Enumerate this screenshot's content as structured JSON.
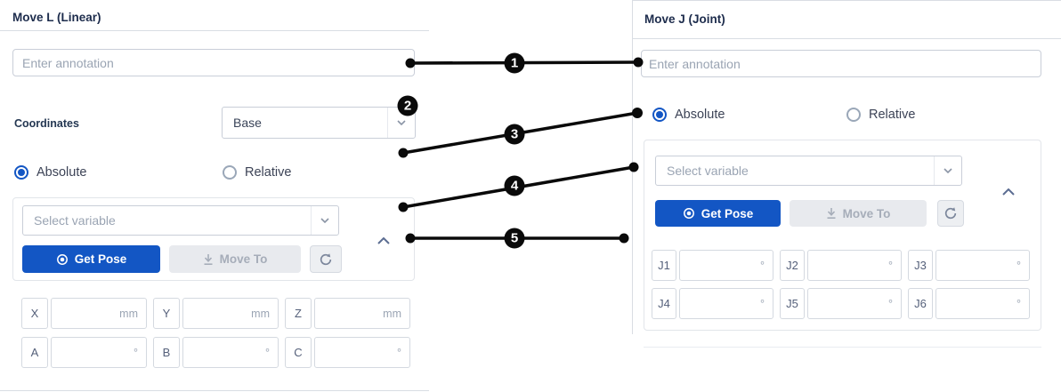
{
  "colors": {
    "accent_blue": "#1356c4",
    "disabled_bg": "#e8eaee",
    "border": "#d4d9e0",
    "title_text": "#1d2c4c",
    "muted_text": "#9aa4b3",
    "callout_black": "#0a0a0a"
  },
  "left_panel": {
    "title": "Move L (Linear)",
    "annotation_placeholder": "Enter annotation",
    "coordinates_label": "Coordinates",
    "coordinates_value": "Base",
    "absolute_label": "Absolute",
    "relative_label": "Relative",
    "variable_placeholder": "Select variable",
    "get_pose_label": "Get Pose",
    "move_to_label": "Move To",
    "pose_fields": [
      {
        "label": "X",
        "value": "",
        "unit": "mm"
      },
      {
        "label": "Y",
        "value": "",
        "unit": "mm"
      },
      {
        "label": "Z",
        "value": "",
        "unit": "mm"
      },
      {
        "label": "A",
        "value": "",
        "unit": "°"
      },
      {
        "label": "B",
        "value": "",
        "unit": "°"
      },
      {
        "label": "C",
        "value": "",
        "unit": "°"
      }
    ]
  },
  "right_panel": {
    "title": "Move J (Joint)",
    "annotation_placeholder": "Enter annotation",
    "absolute_label": "Absolute",
    "relative_label": "Relative",
    "variable_placeholder": "Select variable",
    "get_pose_label": "Get Pose",
    "move_to_label": "Move To",
    "joint_fields": [
      {
        "label": "J1",
        "value": "",
        "unit": "°"
      },
      {
        "label": "J2",
        "value": "",
        "unit": "°"
      },
      {
        "label": "J3",
        "value": "",
        "unit": "°"
      },
      {
        "label": "J4",
        "value": "",
        "unit": "°"
      },
      {
        "label": "J5",
        "value": "",
        "unit": "°"
      },
      {
        "label": "J6",
        "value": "",
        "unit": "°"
      }
    ]
  },
  "callouts": [
    {
      "label": "1"
    },
    {
      "label": "2"
    },
    {
      "label": "3"
    },
    {
      "label": "4"
    },
    {
      "label": "5"
    }
  ]
}
